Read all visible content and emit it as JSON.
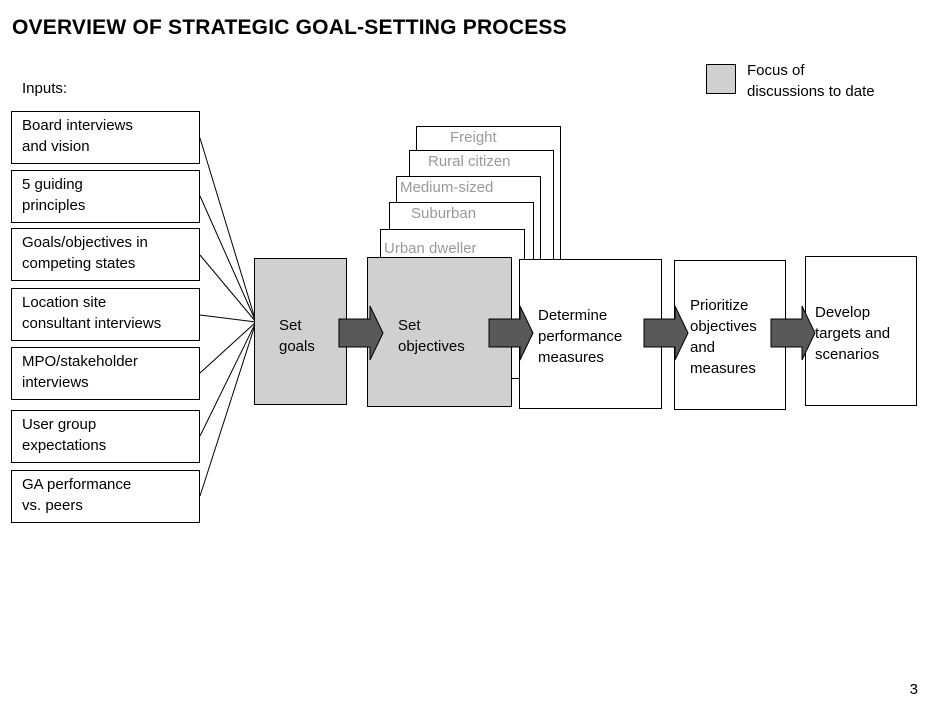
{
  "title": "OVERVIEW OF STRATEGIC GOAL-SETTING PROCESS",
  "inputs_label": "Inputs:",
  "legend": {
    "line1": "Focus of",
    "line2": "discussions to date",
    "swatch_color": "#d0d0d0"
  },
  "inputs": [
    {
      "line1": "Board interviews",
      "line2": "and vision"
    },
    {
      "line1": "5 guiding",
      "line2": "principles"
    },
    {
      "line1": "Goals/objectives in",
      "line2": "competing states"
    },
    {
      "line1": "Location site",
      "line2": "consultant interviews"
    },
    {
      "line1": "MPO/stakeholder",
      "line2": "interviews"
    },
    {
      "line1": "User group",
      "line2": "expectations"
    },
    {
      "line1": "GA performance",
      "line2": "vs. peers"
    }
  ],
  "segments": [
    "Freight",
    "Rural citizen",
    "Medium-sized",
    "Suburban",
    "Urban dweller"
  ],
  "steps": [
    {
      "line1": "Set",
      "line2": "goals"
    },
    {
      "line1": "Set",
      "line2": "objectives"
    },
    {
      "line1": "Determine",
      "line2": "performance",
      "line3": "measures"
    },
    {
      "line1": "Prioritize",
      "line2": "objectives",
      "line3": "and",
      "line4": "measures"
    },
    {
      "line1": "Develop",
      "line2": "targets and",
      "line3": "scenarios"
    }
  ],
  "page_number": "3"
}
